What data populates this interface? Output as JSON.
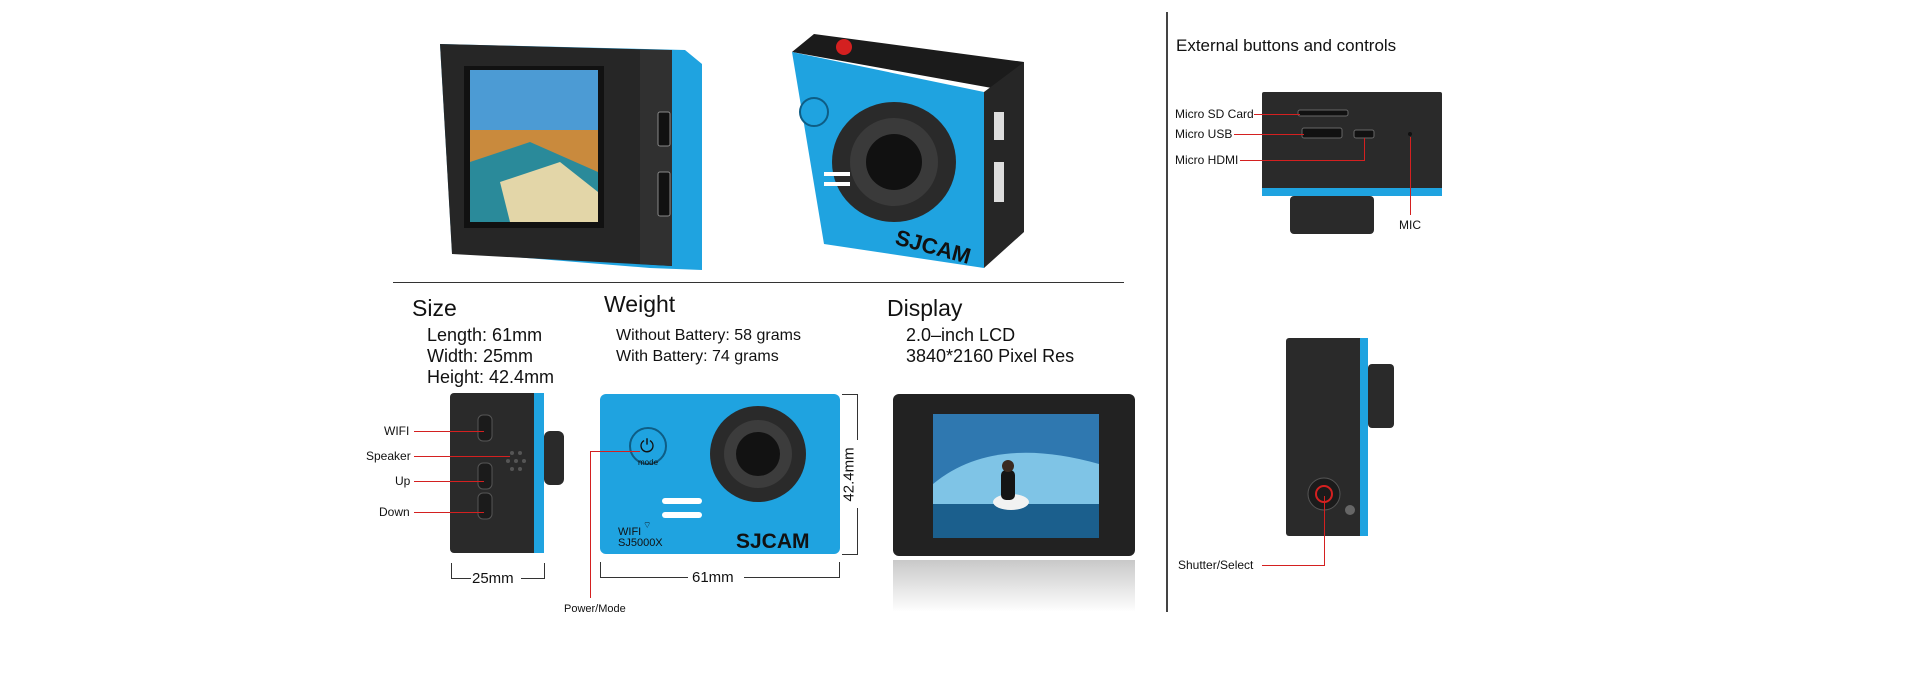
{
  "colors": {
    "accent_blue": "#1fa3e0",
    "callout_red": "#d42020",
    "body_black": "#2a2a2a"
  },
  "icons": {
    "power": "power-icon",
    "wifi": "wifi-icon"
  },
  "brand": {
    "logo": "SJCAM",
    "model_line1": "WIFI",
    "model_line2": "SJ5000X",
    "mode_label": "mode"
  },
  "size": {
    "heading": "Size",
    "length": "Length: 61mm",
    "width": "Width: 25mm",
    "height": "Height: 42.4mm"
  },
  "weight": {
    "heading": "Weight",
    "without": "Without Battery: 58 grams",
    "with": "With Battery: 74 grams"
  },
  "display": {
    "heading": "Display",
    "lcd": "2.0–inch LCD",
    "res": "3840*2160 Pixel Res"
  },
  "side_callouts": {
    "wifi": "WIFI",
    "speaker": "Speaker",
    "up": "Up",
    "down": "Down"
  },
  "dims": {
    "width": "25mm",
    "length": "61mm",
    "height": "42.4mm"
  },
  "front_callouts": {
    "power": "Power/Mode"
  },
  "controls": {
    "heading": "External buttons and controls",
    "sd": "Micro SD Card",
    "usb": "Micro USB",
    "hdmi": "Micro HDMI",
    "mic": "MIC",
    "shutter": "Shutter/Select"
  }
}
